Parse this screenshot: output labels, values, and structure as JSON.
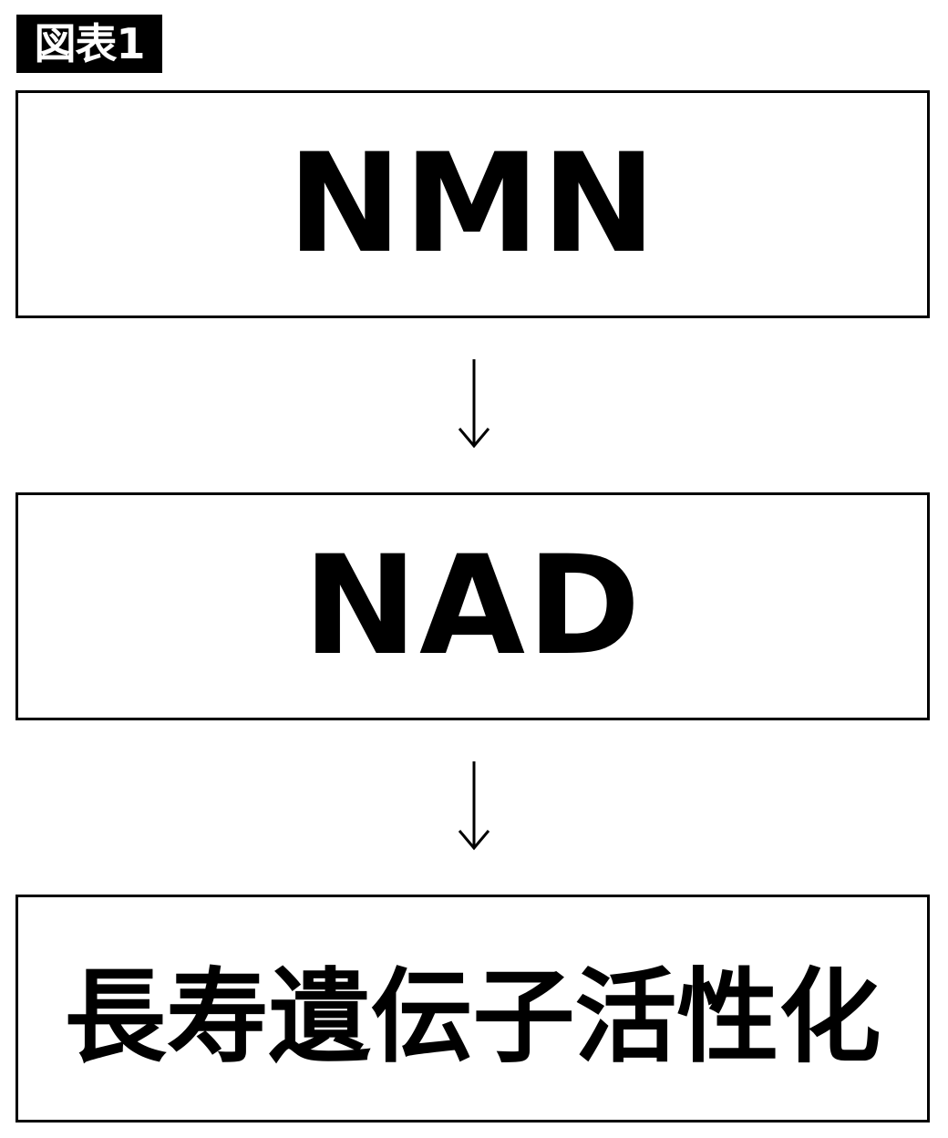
{
  "figure_label": "図表1",
  "nodes": [
    {
      "label": "NMN"
    },
    {
      "label": "NAD"
    },
    {
      "label": "長寿遺伝子活性化"
    }
  ],
  "arrows": [
    {
      "from": "NMN",
      "to": "NAD",
      "icon": "arrow-down-icon"
    },
    {
      "from": "NAD",
      "to": "長寿遺伝子活性化",
      "icon": "arrow-down-icon"
    }
  ],
  "colors": {
    "background": "#ffffff",
    "foreground": "#000000",
    "label_background": "#000000",
    "label_text": "#ffffff"
  }
}
